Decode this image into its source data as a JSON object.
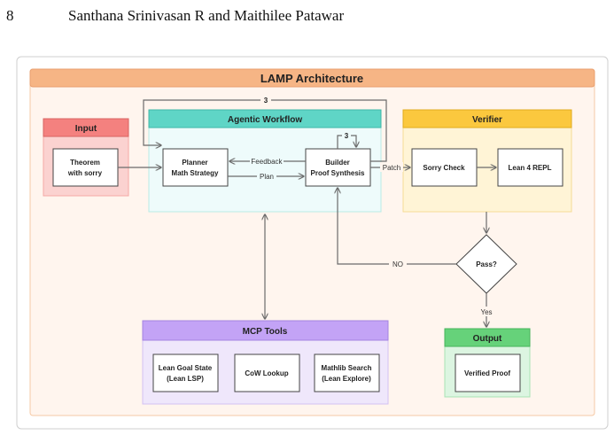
{
  "header": {
    "page_number": "8",
    "authors": "Santhana Srinivasan R and Maithilee Patawar"
  },
  "diagram": {
    "title": "LAMP Architecture",
    "input": {
      "title": "Input",
      "node": [
        "Theorem",
        "with sorry"
      ]
    },
    "agentic": {
      "title": "Agentic Workflow",
      "planner": [
        "Planner",
        "Math Strategy"
      ],
      "builder": [
        "Builder",
        "Proof Synthesis"
      ],
      "feedback_label": "Feedback",
      "plan_label": "Plan",
      "self_loop_label": "3",
      "outer_loop_label": "3"
    },
    "verifier": {
      "title": "Verifier",
      "sorry_check": "Sorry Check",
      "lean_repl": "Lean 4 REPL",
      "patch_label": "Patch"
    },
    "decision": {
      "label": "Pass?",
      "no_label": "NO",
      "yes_label": "Yes"
    },
    "output": {
      "title": "Output",
      "node": "Verified Proof"
    },
    "mcp": {
      "title": "MCP Tools",
      "goal_state": [
        "Lean Goal State",
        "(Lean LSP)"
      ],
      "cow": "CoW Lookup",
      "mathlib": [
        "Mathlib Search",
        "(Lean Explore)"
      ]
    },
    "colors": {
      "title_bar": "#f6b585",
      "outer_bg": "#fff5ee",
      "input_bar": "#f4817f",
      "input_bg": "#fbd2d0",
      "agentic_bar": "#5fd5c6",
      "agentic_bg": "#eefbfb",
      "verifier_bar": "#fbc83e",
      "verifier_bg": "#fff4d6",
      "mcp_bar": "#c3a3f6",
      "mcp_bg": "#efe7fb",
      "output_bar": "#66d27a",
      "output_bg": "#dcf5e1",
      "arrow": "#6b6b6b"
    }
  }
}
